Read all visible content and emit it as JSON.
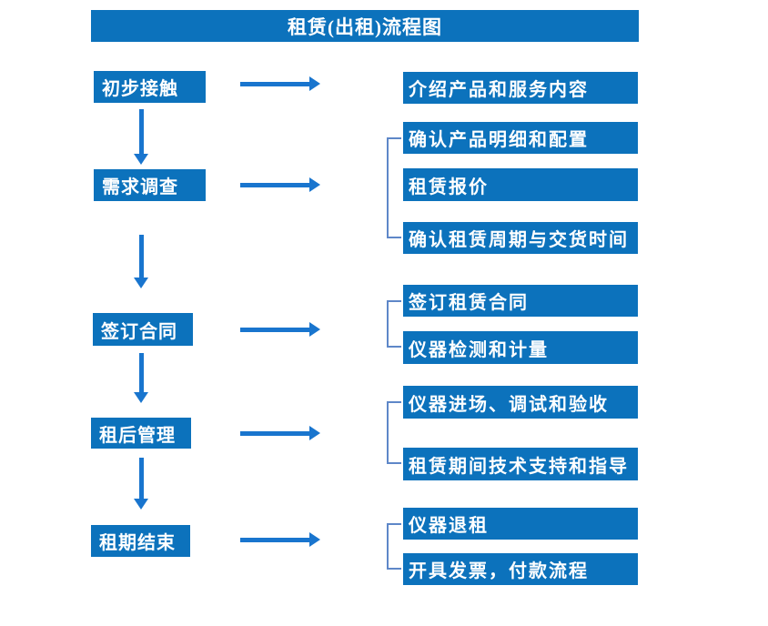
{
  "title": "租赁(出租)流程图",
  "colors": {
    "box_blue": "#0c72bc",
    "arrow_blue": "#1975ce",
    "bracket_blue": "#5e87c8",
    "text_white": "#ffffff"
  },
  "steps": [
    {
      "label": "初步接触",
      "details": [
        "介绍产品和服务内容"
      ]
    },
    {
      "label": "需求调查",
      "details": [
        "确认产品明细和配置",
        "租赁报价",
        "确认租赁周期与交货时间"
      ]
    },
    {
      "label": "签订合同",
      "details": [
        "签订租赁合同",
        "仪器检测和计量"
      ]
    },
    {
      "label": "租后管理",
      "details": [
        "仪器进场、调试和验收",
        "租赁期间技术支持和指导"
      ]
    },
    {
      "label": "租期结束",
      "details": [
        "仪器退租",
        "开具发票，付款流程"
      ]
    }
  ]
}
